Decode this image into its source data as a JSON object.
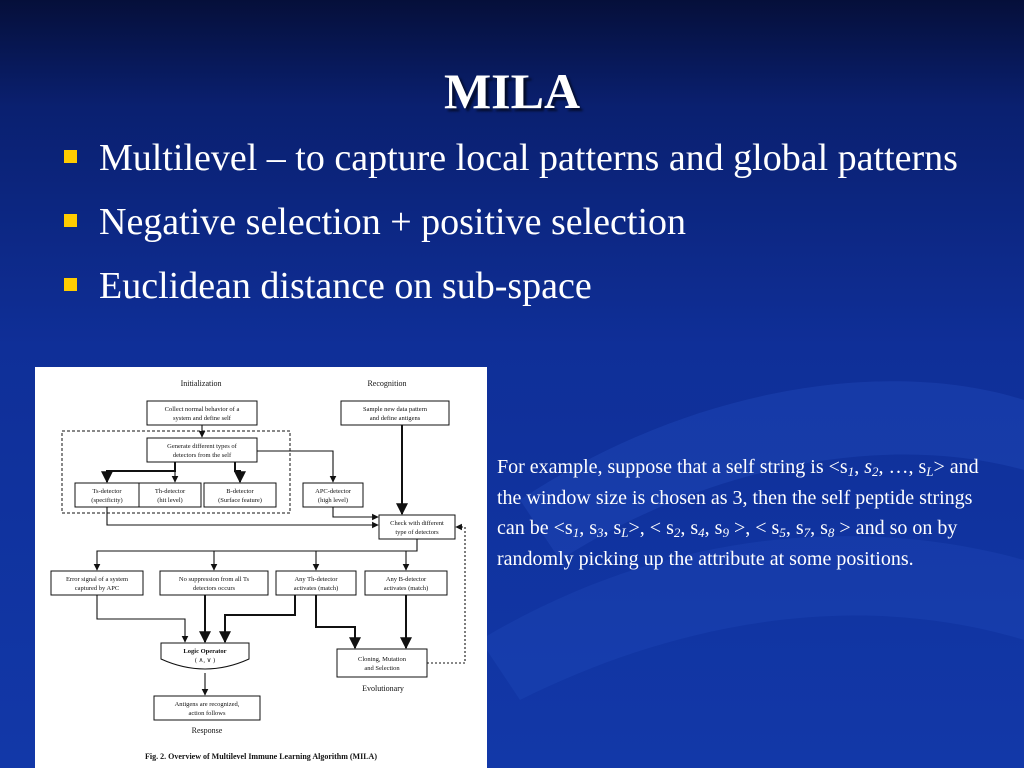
{
  "slide": {
    "title": "MILA",
    "bullets": [
      "Multilevel – to capture local patterns and global patterns",
      "Negative selection + positive selection",
      "Euclidean distance on sub-space"
    ],
    "colors": {
      "bullet": "#ffcc00",
      "text": "#ffffff",
      "background": "#0f2f98"
    }
  },
  "example": {
    "parts": [
      "For example, suppose that a self string is <s",
      "1",
      ", ",
      "s",
      "2",
      ", …, s",
      "L",
      "> and the window size is chosen as 3, then the self peptide strings can be <s",
      "1",
      ", s",
      "3",
      ", s",
      "L",
      ">, < s",
      "2",
      ", s",
      "4",
      ", s",
      "9",
      " >, < s",
      "5",
      ", s",
      "7",
      ", s",
      "8",
      " > and so on by randomly picking up the attribute at some positions."
    ]
  },
  "figure": {
    "caption": "Fig. 2. Overview of Multilevel Immune Learning Algorithm (MILA)",
    "sections": {
      "initialization": "Initialization",
      "recognition": "Recognition",
      "evolutionary": "Evolutionary",
      "response": "Response"
    },
    "boxes": {
      "collect": [
        "Collect normal behavior of a",
        "system and define self"
      ],
      "sample": [
        "Sample new data pattern",
        "and define antigens"
      ],
      "generate": [
        "Generate different types of",
        "detectors from the self"
      ],
      "ts": [
        "Ts-detector",
        "(specificity)"
      ],
      "th": [
        "Th-detector",
        "(hit level)"
      ],
      "b": [
        "B-detector",
        "(Surface feature)"
      ],
      "apc": [
        "APC-detector",
        "(high level)"
      ],
      "check": [
        "Check with different",
        "type of detectors"
      ],
      "error": [
        "Error signal of a system",
        "captured by APC"
      ],
      "nosuppress": [
        "No suppression from all Ts",
        "detectors occurs"
      ],
      "anyth": [
        "Any Th-detector",
        "activates (match)"
      ],
      "anyb": [
        "Any B-detector",
        "activates (match)"
      ],
      "logic": [
        "Logic Operator",
        "( ∧, ∨ )"
      ],
      "cloning": [
        "Cloning, Mutation",
        "and Selection"
      ],
      "antigens": [
        "Antigens are recognized,",
        "action follows"
      ]
    }
  }
}
